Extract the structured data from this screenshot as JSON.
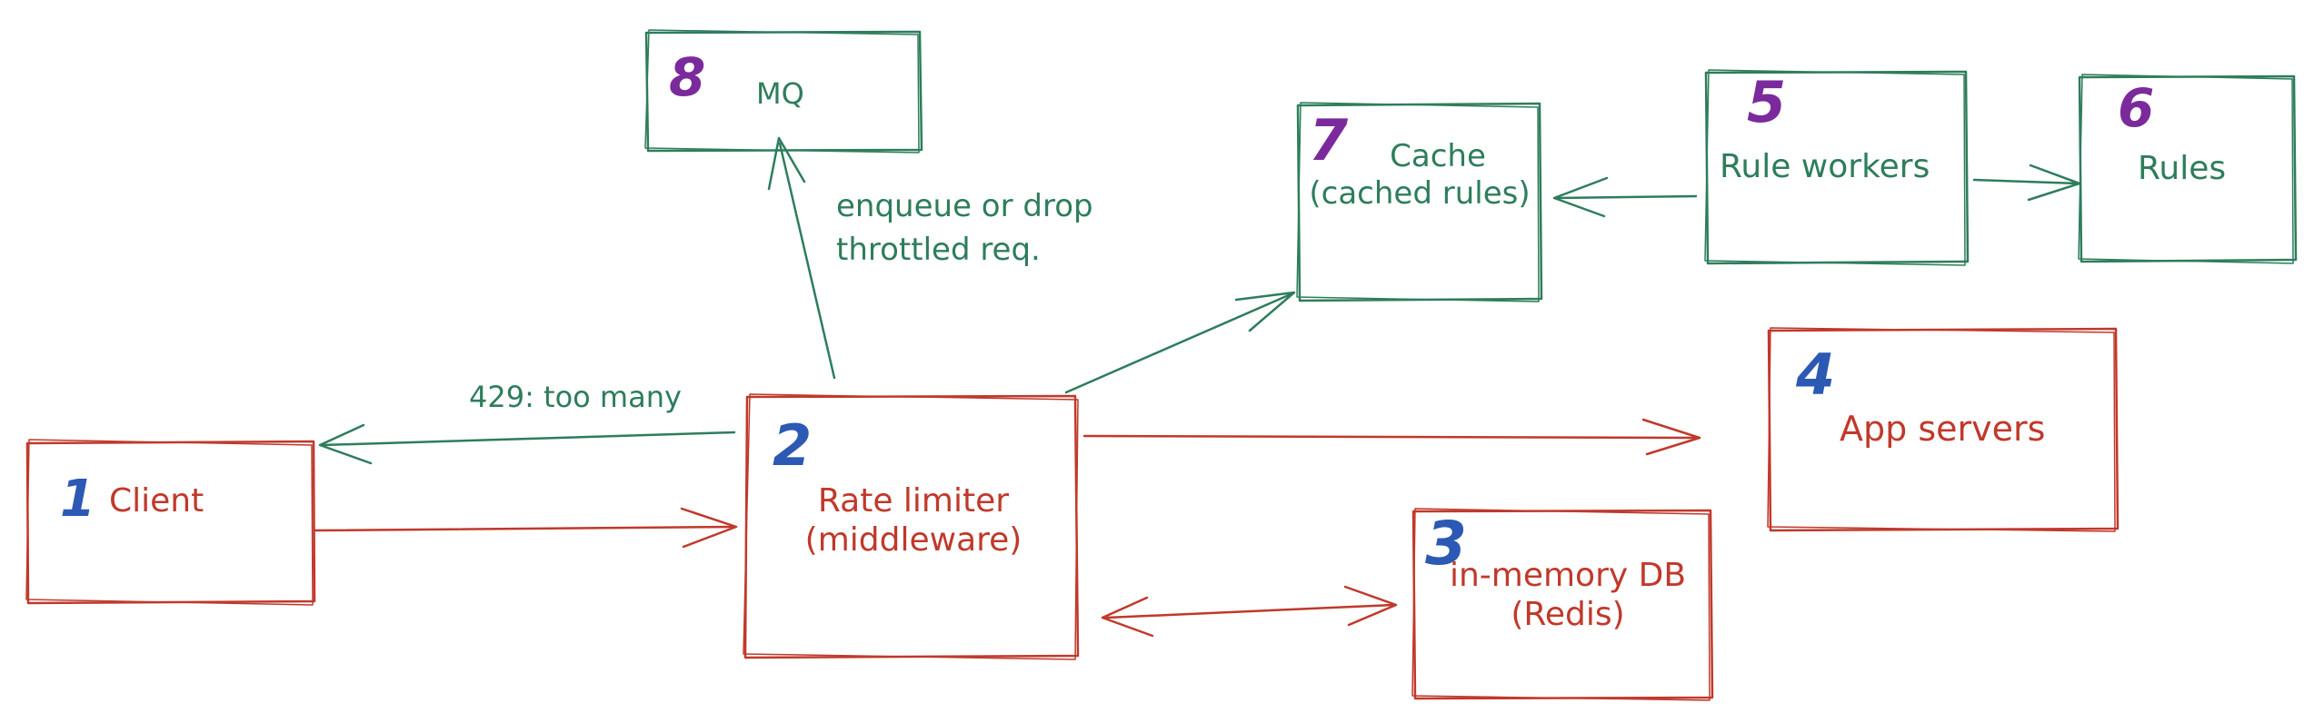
{
  "colors": {
    "red": "#c0392b",
    "green": "#2e7d5b",
    "blue": "#2b59b3",
    "purple": "#7b2a9c"
  },
  "nodes": {
    "client": {
      "number": "1",
      "label": "Client"
    },
    "rate_limiter": {
      "number": "2",
      "label_line1": "Rate limiter",
      "label_line2": "(middleware)"
    },
    "in_memory_db": {
      "number": "3",
      "label_line1": "in-memory DB",
      "label_line2": "(Redis)"
    },
    "app_servers": {
      "number": "4",
      "label": "App servers"
    },
    "rule_workers": {
      "number": "5",
      "label": "Rule workers"
    },
    "rules": {
      "number": "6",
      "label": "Rules"
    },
    "cache": {
      "number": "7",
      "label_line1": "Cache",
      "label_line2": "(cached rules)"
    },
    "mq": {
      "number": "8",
      "label": "MQ"
    }
  },
  "edge_labels": {
    "too_many": "429: too many",
    "enqueue_line1": "enqueue or drop",
    "enqueue_line2": "throttled req."
  }
}
